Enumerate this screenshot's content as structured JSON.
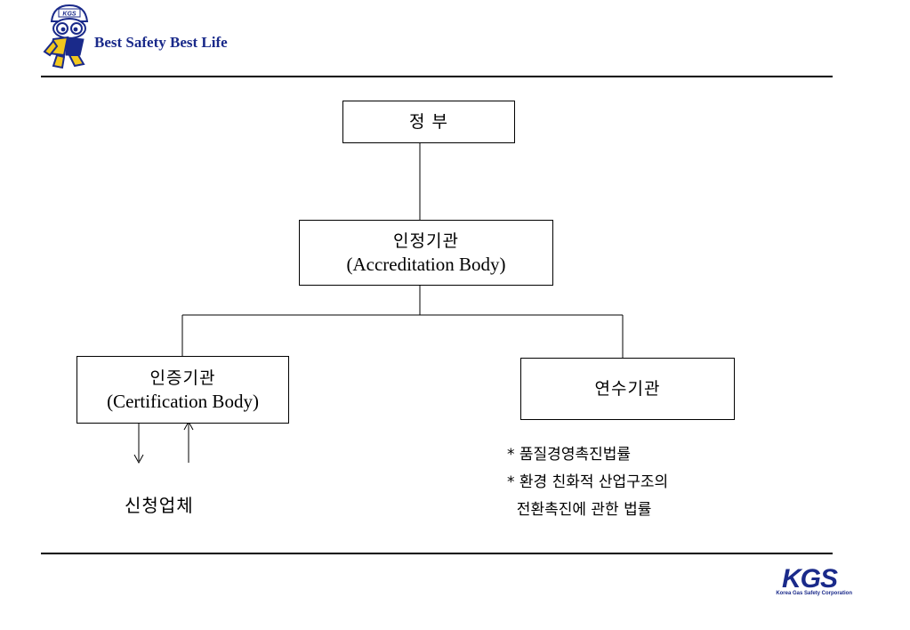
{
  "header": {
    "tagline": "Best Safety Best Life",
    "mascot_badge": "KGS"
  },
  "diagram": {
    "government": "정 부",
    "accreditation": {
      "ko": "인정기관",
      "en": "(Accreditation Body)"
    },
    "certification": {
      "ko": "인증기관",
      "en": "(Certification Body)"
    },
    "training": "연수기관",
    "applicants": "신청업체",
    "notes": [
      "* 품질경영촉진법률",
      "* 환경 친화적 산업구조의",
      "  전환촉진에 관한 법률"
    ]
  },
  "footer": {
    "logo_text": "KGS",
    "logo_subtitle": "Korea Gas Safety Corporation"
  },
  "colors": {
    "brand_blue": "#1a2a8a",
    "mascot_yellow": "#f2c81e",
    "line": "#000000"
  }
}
